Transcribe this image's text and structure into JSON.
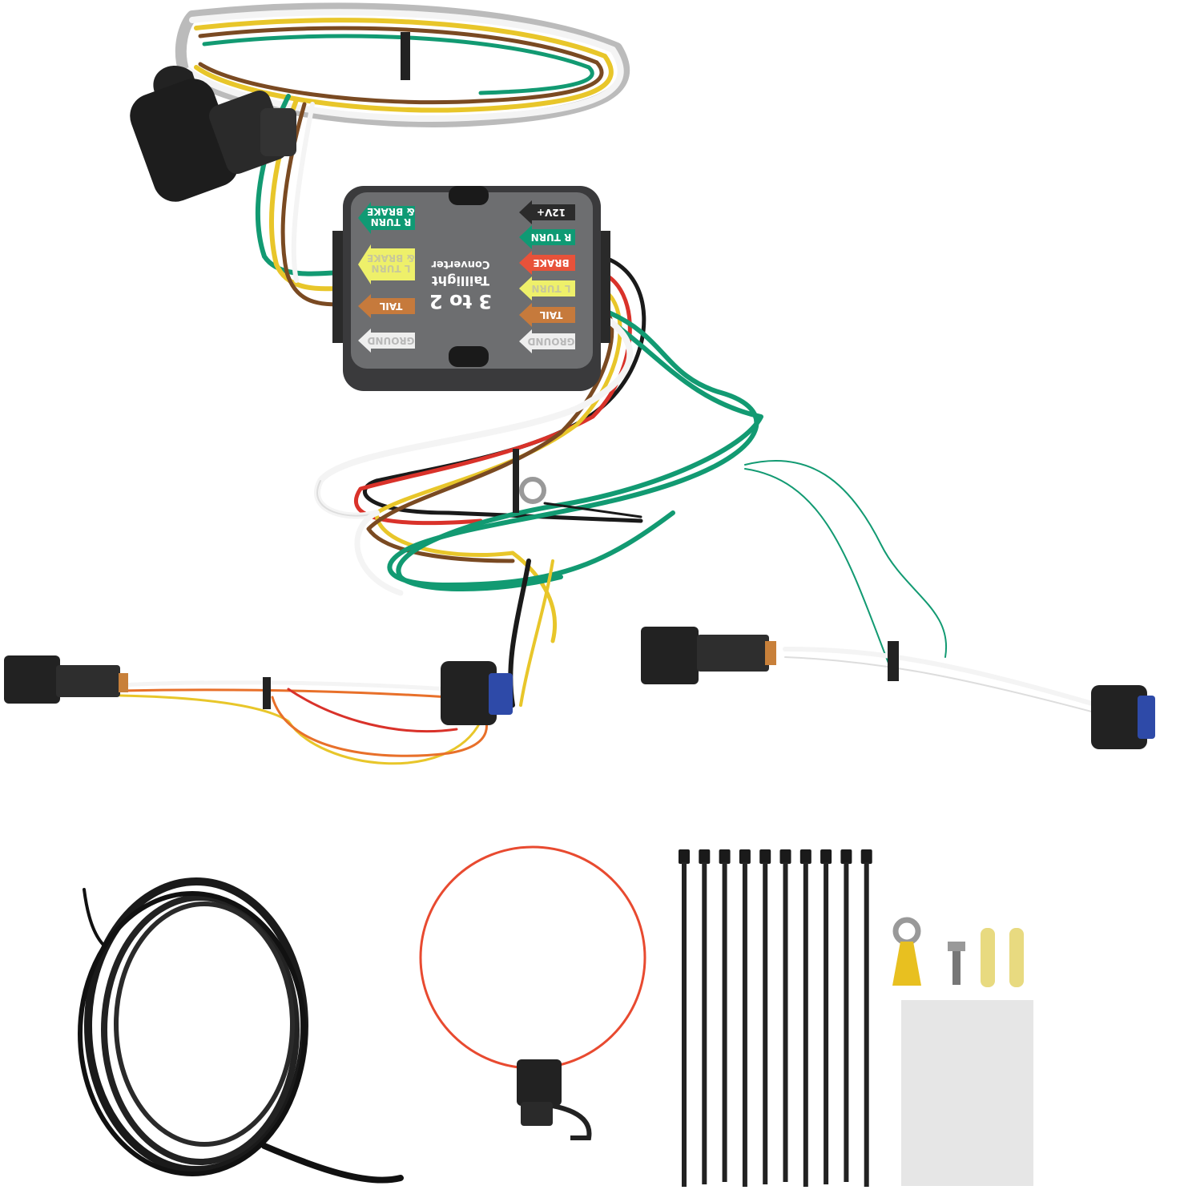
{
  "converter": {
    "title_line1": "3 to 2",
    "title_line2": "Taillight",
    "title_line3": "Converter",
    "right_labels": [
      {
        "text": "12V+",
        "color": "#2b2b2b",
        "text_color": "#ffffff"
      },
      {
        "text": "R TURN",
        "color": "#0f9a74",
        "text_color": "#ffffff"
      },
      {
        "text": "BRAKE",
        "color": "#e8523a",
        "text_color": "#ffffff"
      },
      {
        "text": "L TURN",
        "color": "#eef06a",
        "text_color": "#c8c89a"
      },
      {
        "text": "TAIL",
        "color": "#c67a3c",
        "text_color": "#ffffff"
      },
      {
        "text": "GROUND",
        "color": "#eeeeee",
        "text_color": "#b8b8b8"
      }
    ],
    "left_labels": [
      {
        "line1": "R TURN",
        "line2": "& BRAKE",
        "color": "#0f9a74",
        "text_color": "#ffffff"
      },
      {
        "line1": "L TURN",
        "line2": "& BRAKE",
        "color": "#eef06a",
        "text_color": "#c8c89a"
      },
      {
        "line1": "TAIL",
        "line2": "",
        "color": "#c67a3c",
        "text_color": "#ffffff"
      },
      {
        "line1": "GROUND",
        "line2": "",
        "color": "#eeeeee",
        "text_color": "#b8b8b8"
      }
    ],
    "body_color": "#3a3a3c",
    "panel_color": "#6d6e70"
  },
  "wire_colors": {
    "green": "#129a72",
    "yellow": "#e8c62a",
    "brown": "#7a4a22",
    "white": "#f4f4f4",
    "red": "#d9322a",
    "black": "#1a1a1a",
    "orange": "#e8702a"
  }
}
